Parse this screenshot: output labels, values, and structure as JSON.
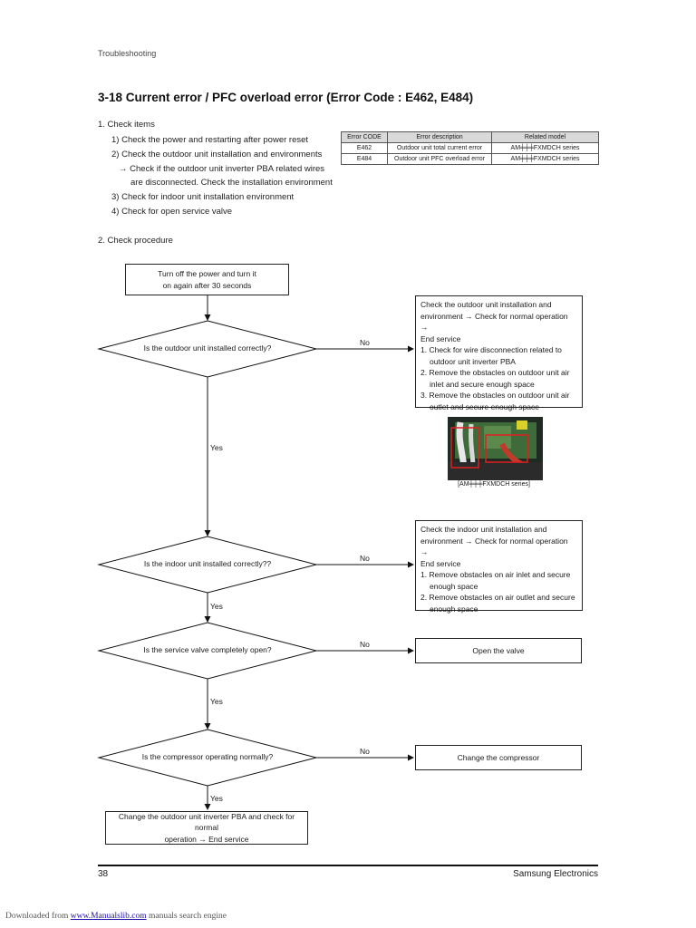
{
  "header": {
    "section": "Troubleshooting",
    "title": "3-18 Current error / PFC overload error (Error Code : E462, E484)"
  },
  "check_items": {
    "heading": "1.   Check items",
    "lines": [
      "1) Check the power and restarting after power reset",
      "2) Check the outdoor unit installation and environments",
      "→ Check if the outdoor unit inverter PBA related wires",
      "are disconnected. Check the installation environment",
      "3) Check for indoor unit installation environment",
      "4) Check for open service valve"
    ]
  },
  "error_table": {
    "headers": [
      "Error CODE",
      "Error description",
      "Related model"
    ],
    "rows": [
      [
        "E462",
        "Outdoor unit total current error",
        "AM╪╪╪FXMDCH series"
      ],
      [
        "E484",
        "Outdoor unit PFC overload error",
        "AM╪╪╪FXMDCH series"
      ]
    ]
  },
  "procedure": {
    "heading": "2.   Check procedure",
    "start": [
      "Turn off the power and turn it",
      "on again after 30 seconds"
    ],
    "decisions": [
      "Is the outdoor unit installed correctly?",
      "Is the indoor unit installed correctly??",
      "Is the service valve completely open?",
      "Is the compressor operating normally?"
    ],
    "yes_label": "Yes",
    "no_label": "No",
    "action_outdoor": [
      "Check the outdoor unit installation and",
      "environment  → Check for normal operation →",
      "End service",
      "1. Check for wire disconnection related to outdoor unit inverter PBA",
      "2. Remove the obstacles on outdoor unit air inlet and secure enough space",
      "3. Remove the obstacles on outdoor unit air outlet and secure enough space"
    ],
    "photo_caption": "[AM╪╪╪FXMDCH series]",
    "action_indoor": [
      "Check the indoor unit installation and",
      "environment → Check for normal operation →",
      "End service",
      "1. Remove obstacles on air inlet and secure enough space",
      "2. Remove obstacles on air outlet and secure enough space"
    ],
    "action_valve": "Open the valve",
    "action_compressor": "Change the compressor",
    "end_box": [
      "Change the outdoor unit inverter PBA and check for normal",
      "operation → End service"
    ]
  },
  "footer": {
    "page": "38",
    "brand": "Samsung Electronics",
    "download_prefix": "Downloaded from",
    "download_link": "www.Manualslib.com",
    "download_suffix": "manuals search engine"
  }
}
